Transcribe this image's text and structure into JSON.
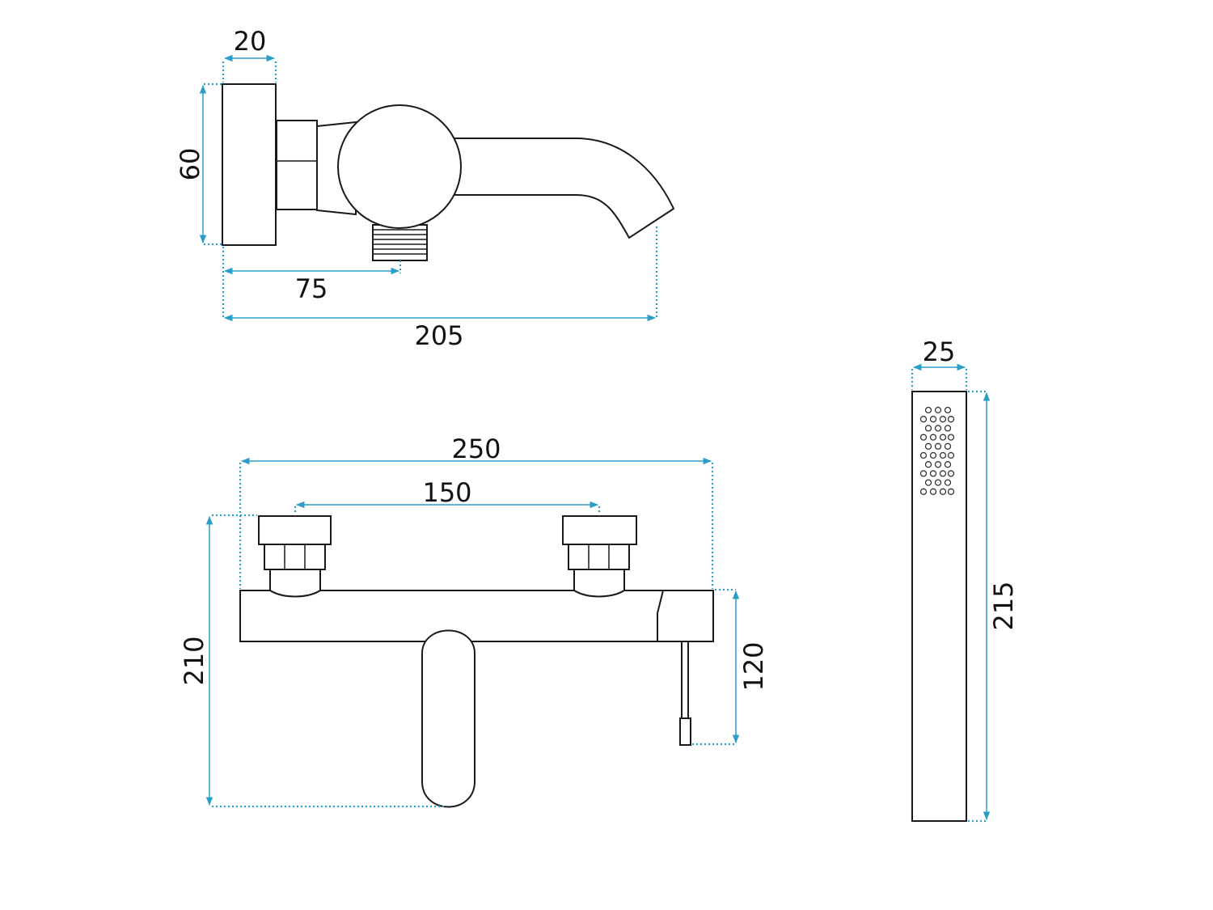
{
  "colors": {
    "dimension": "#2a9ec8",
    "outline": "#1a1a1a",
    "background": "#ffffff"
  },
  "dimensions": {
    "side_flange_width": "20",
    "side_flange_height": "60",
    "side_outlet_offset": "75",
    "side_total_depth": "205",
    "front_total_width": "250",
    "front_connector_spacing": "150",
    "front_total_height": "210",
    "front_body_to_lever": "120",
    "shower_head_width": "25",
    "shower_head_length": "215"
  }
}
